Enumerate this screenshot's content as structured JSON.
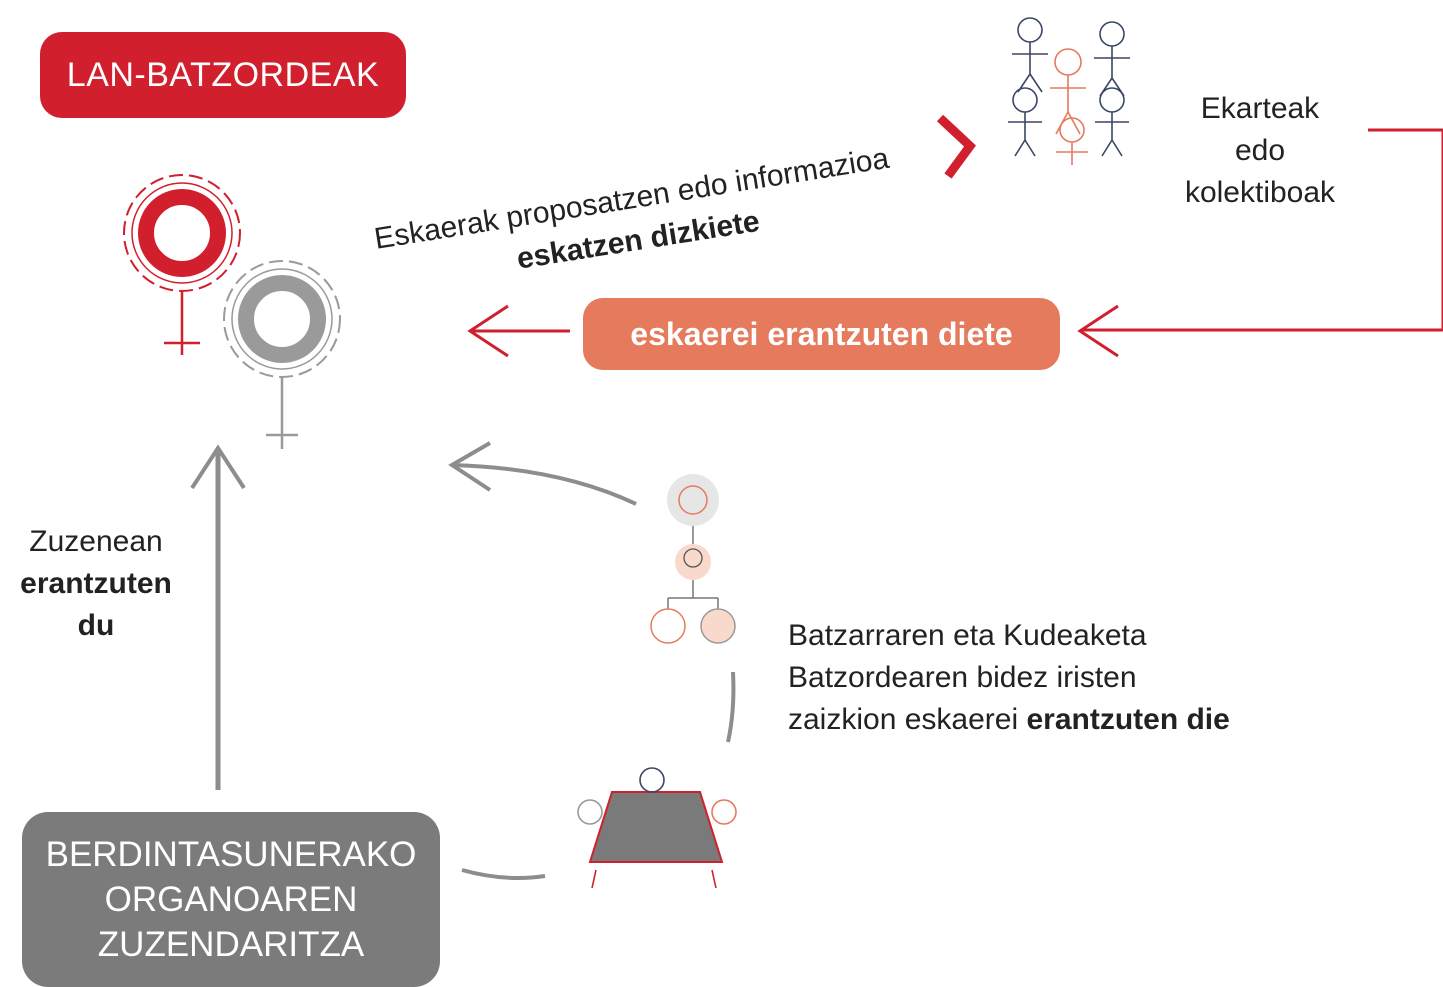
{
  "title_badge": "LAN-BATZORDEAK",
  "requests": {
    "line1": "Eskaerak proposatzen edo informazioa",
    "line2_bold": "eskatzen dizkiete"
  },
  "group_label": [
    "Ekarteak",
    "edo",
    "kolektiboak"
  ],
  "response_pill": "eskaerei erantzuten diete",
  "direct_response": {
    "line1": "Zuzenean",
    "line2_bold": "erantzuten",
    "line3_bold": "du"
  },
  "assembly_text": {
    "line1": "Batzarraren eta Kudeaketa",
    "line2": "Batzordearen bidez iristen",
    "line3_prefix": "zaizkion eskaerei ",
    "line3_bold": "erantzuten die"
  },
  "director_box": [
    "BERDINTASUNERAKO",
    "ORGANOAREN",
    "ZUZENDARITZA"
  ],
  "colors": {
    "red": "#d11f2d",
    "salmon": "#e57a5d",
    "gray": "#7b7b7b",
    "light_gray": "#a9a9a9"
  },
  "icons": [
    "female-gear-icon-red",
    "female-gear-icon-gray",
    "people-group-icon",
    "org-chart-icon",
    "meeting-table-icon"
  ]
}
